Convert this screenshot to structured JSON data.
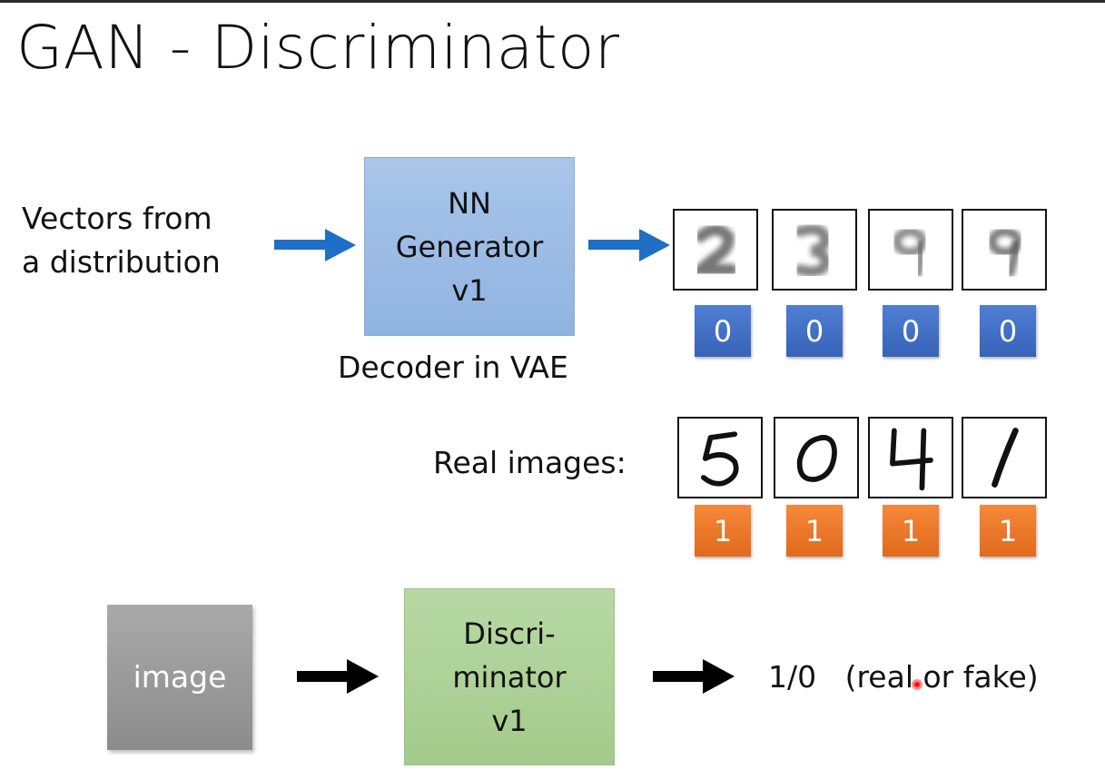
{
  "title": "GAN - Discriminator",
  "generator": {
    "input_text": [
      "Vectors from",
      "a distribution"
    ],
    "box_lines": [
      "NN",
      "Generator",
      "v1"
    ],
    "caption": "Decoder in VAE",
    "box_color": "#9bbbe4",
    "generated_labels": [
      "0",
      "0",
      "0",
      "0"
    ],
    "label_color": "#3c6cc4"
  },
  "real": {
    "caption": "Real images:",
    "labels": [
      "1",
      "1",
      "1",
      "1"
    ],
    "label_color": "#ee7a2a"
  },
  "discriminator": {
    "input_text": "image",
    "box_lines": [
      "Discri-",
      "minator",
      "v1"
    ],
    "output_text": "1/0   (real or fake)",
    "box_color": "#acd196",
    "input_color": "#9b9b9b"
  },
  "icons": [
    "arrow-right-blue-icon",
    "arrow-right-black-icon",
    "laser-pointer-icon"
  ]
}
